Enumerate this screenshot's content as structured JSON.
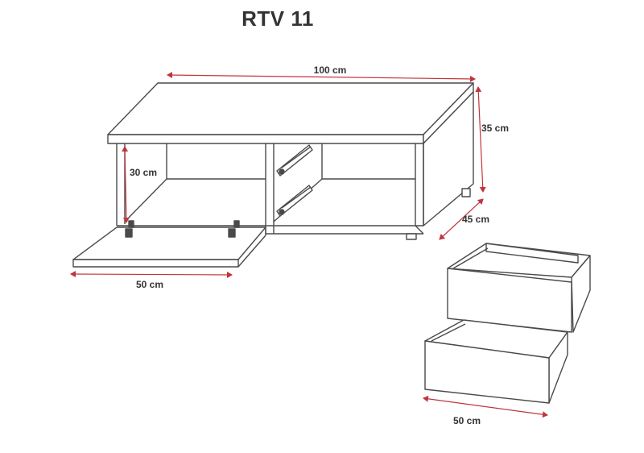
{
  "title": "RTV 11",
  "dimensions": {
    "width": "100 cm",
    "height": "35 cm",
    "depth": "45 cm",
    "inner_height": "30 cm",
    "flap_width": "50 cm",
    "drawer_width": "50 cm"
  },
  "colors": {
    "line": "#4a4a4a",
    "dimension_arrow": "#c0353a"
  }
}
